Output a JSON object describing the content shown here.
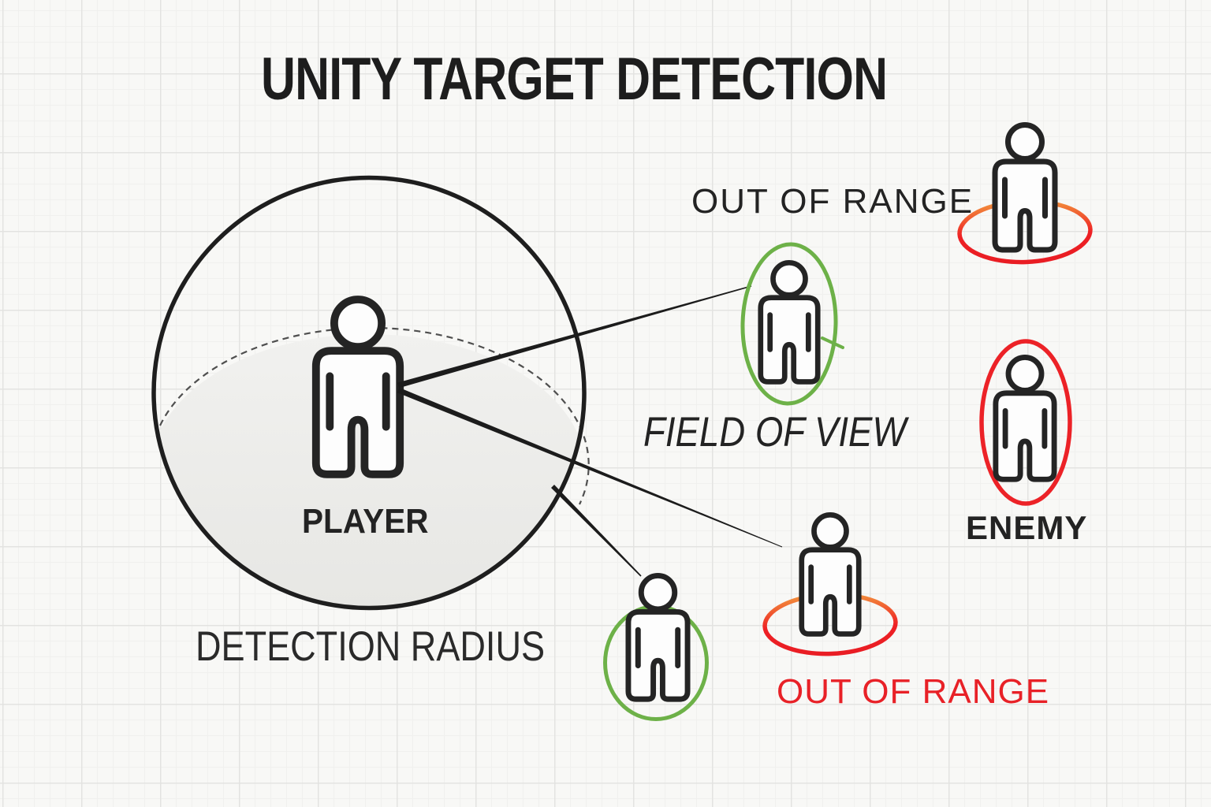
{
  "title": "UNITY TARGET DETECTION",
  "diagram": {
    "player": {
      "label": "PLAYER"
    },
    "detection_radius_label": "DETECTION RADIUS",
    "field_of_view_label": "FIELD OF VIEW",
    "out_of_range_top_label": "OUT OF RANGE",
    "enemy_label": "ENEMY",
    "out_of_range_bottom_label": "OUT OF RANGE"
  },
  "colors": {
    "ink": "#232323",
    "red": "#ec2125",
    "orange": "#f2913c",
    "green": "#6db148",
    "paper": "#f8f8f6",
    "ground_fill": "#ebebe8",
    "grid_major": "#e3e3e1",
    "grid_minor": "#f0f0ee"
  }
}
